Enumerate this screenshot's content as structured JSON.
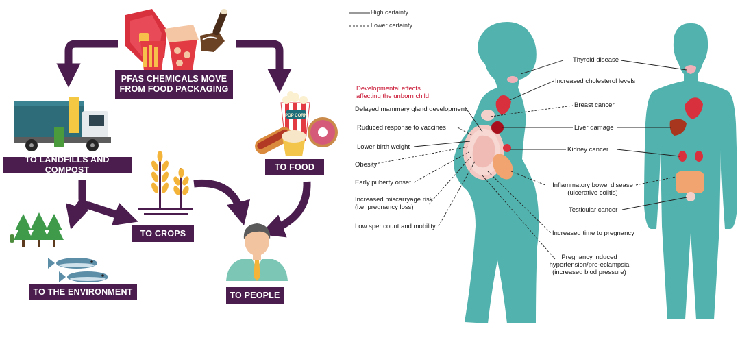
{
  "legend": {
    "solid_label": "High certainty",
    "dashed_label": "Lower certainty"
  },
  "flow": {
    "source": "PFAS CHEMICALS MOVE\nFROM FOOD PACKAGING",
    "landfills": "TO LANDFILLS AND COMPOST",
    "food": "TO FOOD",
    "crops": "TO CROPS",
    "environment": "TO THE ENVIRONMENT",
    "people": "TO PEOPLE",
    "popcorn_text": "POP CORN"
  },
  "body": {
    "developmental_heading": "Developmental effects\naffecting the unborn child",
    "left_effects": [
      "Delayed mammary gland development",
      "Ruduced response to vaccines",
      "Lower birth weight",
      "Obesity",
      "Early puberty onset",
      "Increased miscarryage risk\n(i.e. pregnancy loss)",
      "Low sper count and mobility"
    ],
    "right_effects": {
      "thyroid": "Thyroid disease",
      "cholesterol": "Increased cholesterol levels",
      "breast": "Breast cancer",
      "liver": "Liver damage",
      "kidney": "Kidney cancer",
      "ibd": "Inflammatory bowel disease\n(ulcerative colitis)",
      "testicular": "Testicular cancer",
      "pregnancy_time": "Increased time to pregnancy",
      "preeclampsia": "Pregnancy induced\nhypertension/pre-eclampsia\n(increased blod pressure)"
    }
  },
  "colors": {
    "label_bg": "#4a1d4e",
    "arrow": "#4a1d4e",
    "body_fill": "#52b2ad",
    "developmental_red": "#c8102e"
  }
}
